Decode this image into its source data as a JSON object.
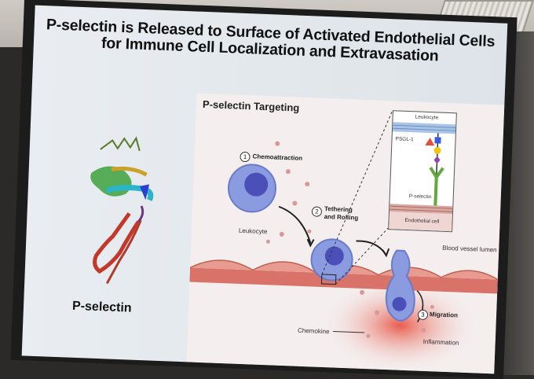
{
  "slide": {
    "title_line1": "P-selectin is Released to Surface of Activated Endothelial Cells",
    "title_line2": "for Immune Cell Localization and Extravasation",
    "protein_label": "P-selectin"
  },
  "diagram": {
    "title": "P-selectin Targeting",
    "steps": [
      {
        "number": "1",
        "label": "Chemoattraction"
      },
      {
        "number": "2",
        "label_line1": "Tethering",
        "label_line2": "and Rolling"
      },
      {
        "number": "3",
        "label": "Migration"
      }
    ],
    "leukocyte_label": "Leukocyte",
    "blood_vessel_label": "Blood vessel lumen",
    "chemokine_label": "Chemokine",
    "inflammation_label": "Inflammation",
    "inset": {
      "leukocyte": "Leukocyte",
      "psgl1": "PSGL-1",
      "pselectin": "P-selectin",
      "endothelial": "Endothelial cell"
    }
  }
}
